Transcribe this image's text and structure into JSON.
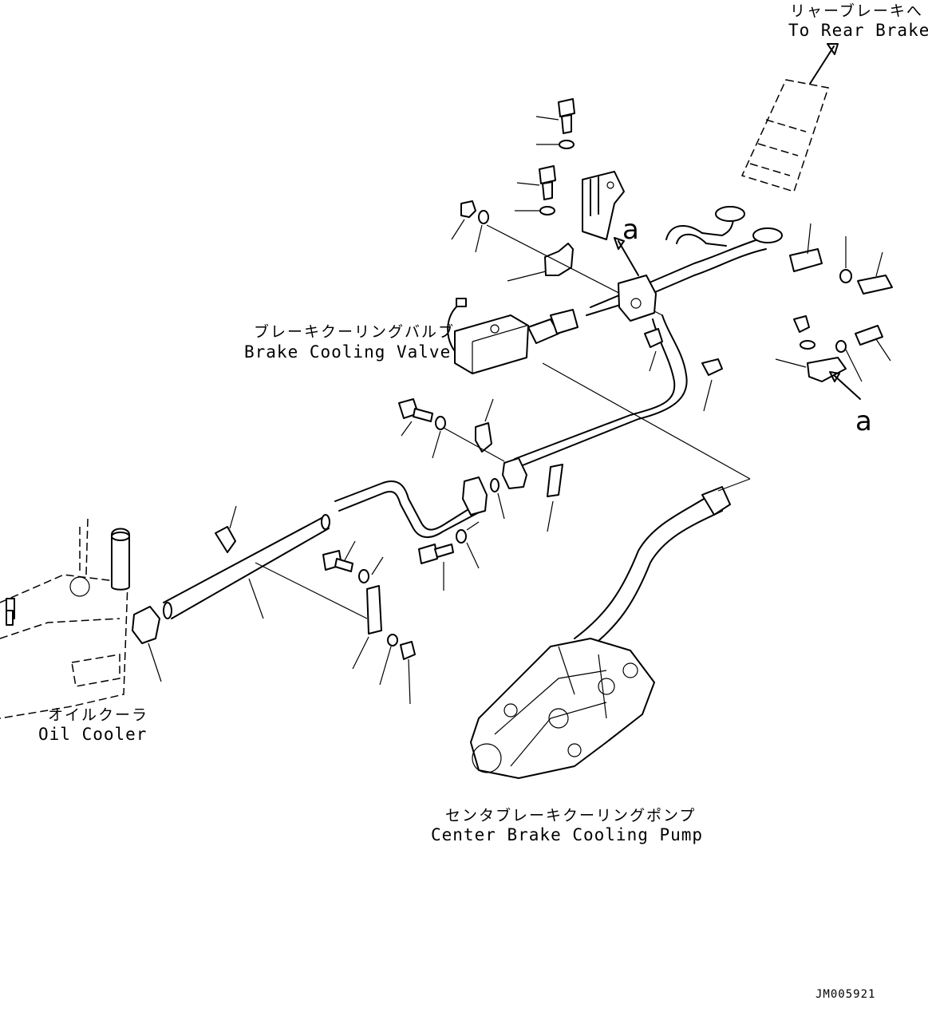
{
  "labels": {
    "rear_brake_ja": "リャーブレーキへ",
    "rear_brake_en": "To Rear Brake",
    "valve_ja": "ブレーキクーリングバルブ",
    "valve_en": "Brake Cooling Valve",
    "oil_cooler_ja": "オイルクーラ",
    "oil_cooler_en": "Oil Cooler",
    "pump_ja": "センタブレーキクーリングポンプ",
    "pump_en": "Center Brake Cooling Pump",
    "detail_a_1": "a",
    "detail_a_2": "a",
    "drawing_code": "JM005921"
  }
}
